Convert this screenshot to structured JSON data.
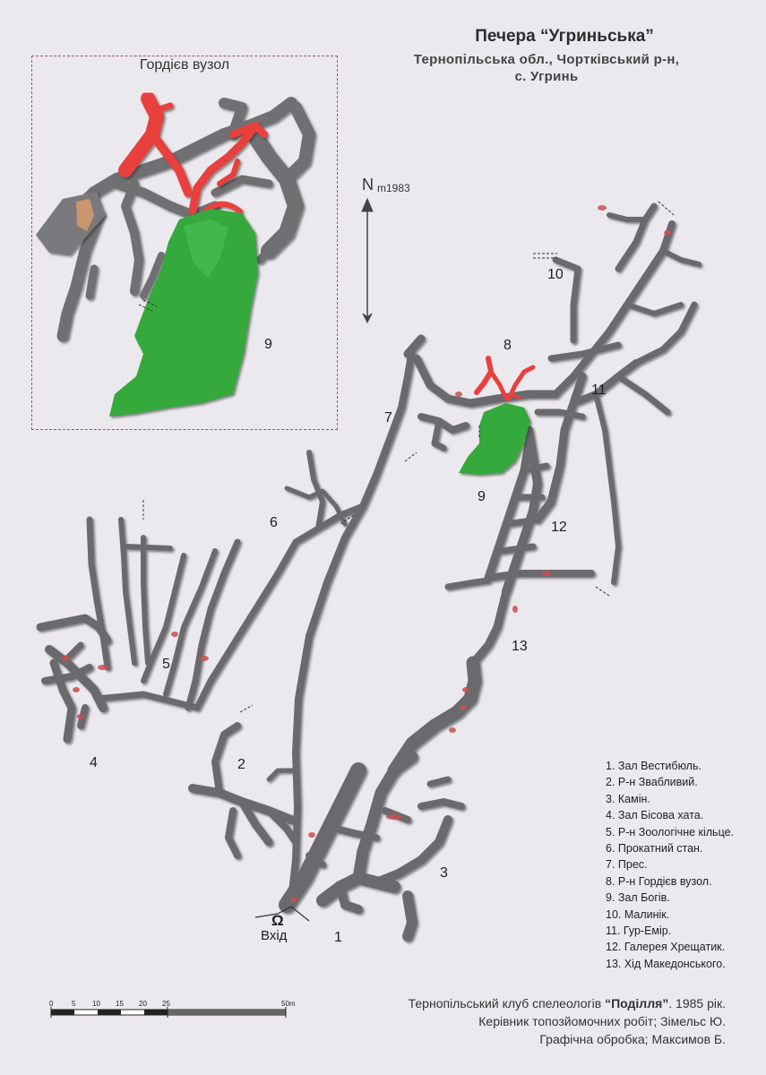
{
  "title": "Печера “Угриньська”",
  "subtitle_line1": "Тернопільська обл., Чортківський р-н,",
  "subtitle_line2": "с. Угринь",
  "inset": {
    "title": "Гордієв вузол",
    "number": "9"
  },
  "north": {
    "label": "N",
    "year": "m1983"
  },
  "entrance": {
    "symbol": "Ω",
    "label": "Вхід"
  },
  "map_numbers": [
    "1",
    "2",
    "3",
    "4",
    "5",
    "6",
    "7",
    "8",
    "9",
    "10",
    "11",
    "12",
    "13"
  ],
  "legend": [
    "1. Зал Вестибюль.",
    "2. Р-н Звабливий.",
    "3. Камін.",
    "4. Зал Бісова хата.",
    "5. Р-н Зоологічне кільце.",
    "6. Прокатний стан.",
    "7. Прес.",
    "8. Р-н Гордієв вузол.",
    "9. Зал Богів.",
    "10. Малинік.",
    "11. Гур-Емір.",
    "12. Галерея Хрещатик.",
    "13. Хід Македонського."
  ],
  "scale": {
    "ticks": [
      "0",
      "5",
      "10",
      "15",
      "20",
      "25",
      "50m"
    ]
  },
  "credits": {
    "line1_prefix": "Тернопільський клуб спелеологів ",
    "line1_club": "“Поділля”",
    "line1_suffix": ". 1985 рік.",
    "line2": "Керівник топозйомочних робіт; Зімельс Ю.",
    "line3": "Графічна обробка; Максимов Б."
  },
  "colors": {
    "passage": "#6b6b6e",
    "passage_light": "#8e8e92",
    "highlight_red": "#e8403c",
    "hall_green": "#35a93a",
    "inset_border": "#a0506a"
  }
}
